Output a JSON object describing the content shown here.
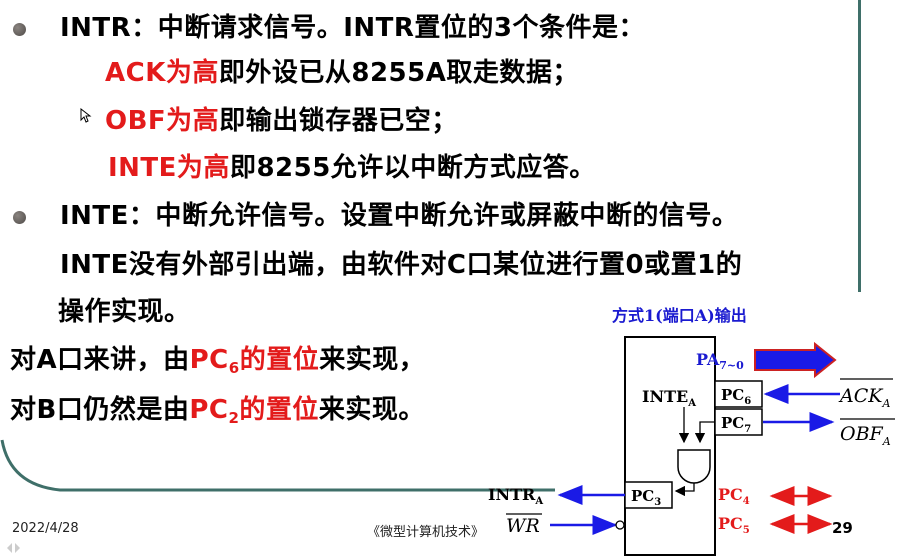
{
  "bullets": {
    "intr": {
      "prefix": "INTR：中断请求信号。INTR置位的3个条件是：",
      "conditions": [
        {
          "red": "ACK为高",
          "text": "即外设已从8255A取走数据；"
        },
        {
          "red": "OBF为高",
          "text": "即输出锁存器已空；"
        },
        {
          "red": "INTE为高",
          "text": "即8255允许以中断方式应答。"
        }
      ]
    },
    "inte": {
      "line1": "INTE：中断允许信号。设置中断允许或屏蔽中断的信号。",
      "line2": "INTE没有外部引出端，由软件对C口某位进行置0或置1的",
      "line3": "操作实现。"
    }
  },
  "ports": {
    "a_pre": "对A口来讲，由",
    "a_red": "PC",
    "a_sub": "6",
    "a_red2": "的置位",
    "a_post": "来实现，",
    "b_pre": "对B口仍然是由",
    "b_red": "PC",
    "b_sub": "2",
    "b_red2": "的置位",
    "b_post": "来实现。"
  },
  "diagram": {
    "title": "方式1(端口A)输出",
    "pa": "PA",
    "pa_sub": "7~0",
    "inte": "INTE",
    "inte_sub": "A",
    "pc6": "PC",
    "pc6_sub": "6",
    "pc7": "PC",
    "pc7_sub": "7",
    "pc3": "PC",
    "pc3_sub": "3",
    "pc4": "PC",
    "pc4_sub": "4",
    "pc5": "PC",
    "pc5_sub": "5",
    "ack": "ACK",
    "ack_sub": "A",
    "obf": "OBF",
    "obf_sub": "A",
    "intr": "INTR",
    "intr_sub": "A",
    "wr": "WR"
  },
  "footer": {
    "date": "2022/4/28",
    "course": "《微型计算机技术》",
    "page": "29"
  },
  "colors": {
    "frame": "#3f6f69",
    "accent_red": "#e31b1b",
    "arrow_blue": "#1a1ae6",
    "title_blue": "#1a1ad0"
  }
}
